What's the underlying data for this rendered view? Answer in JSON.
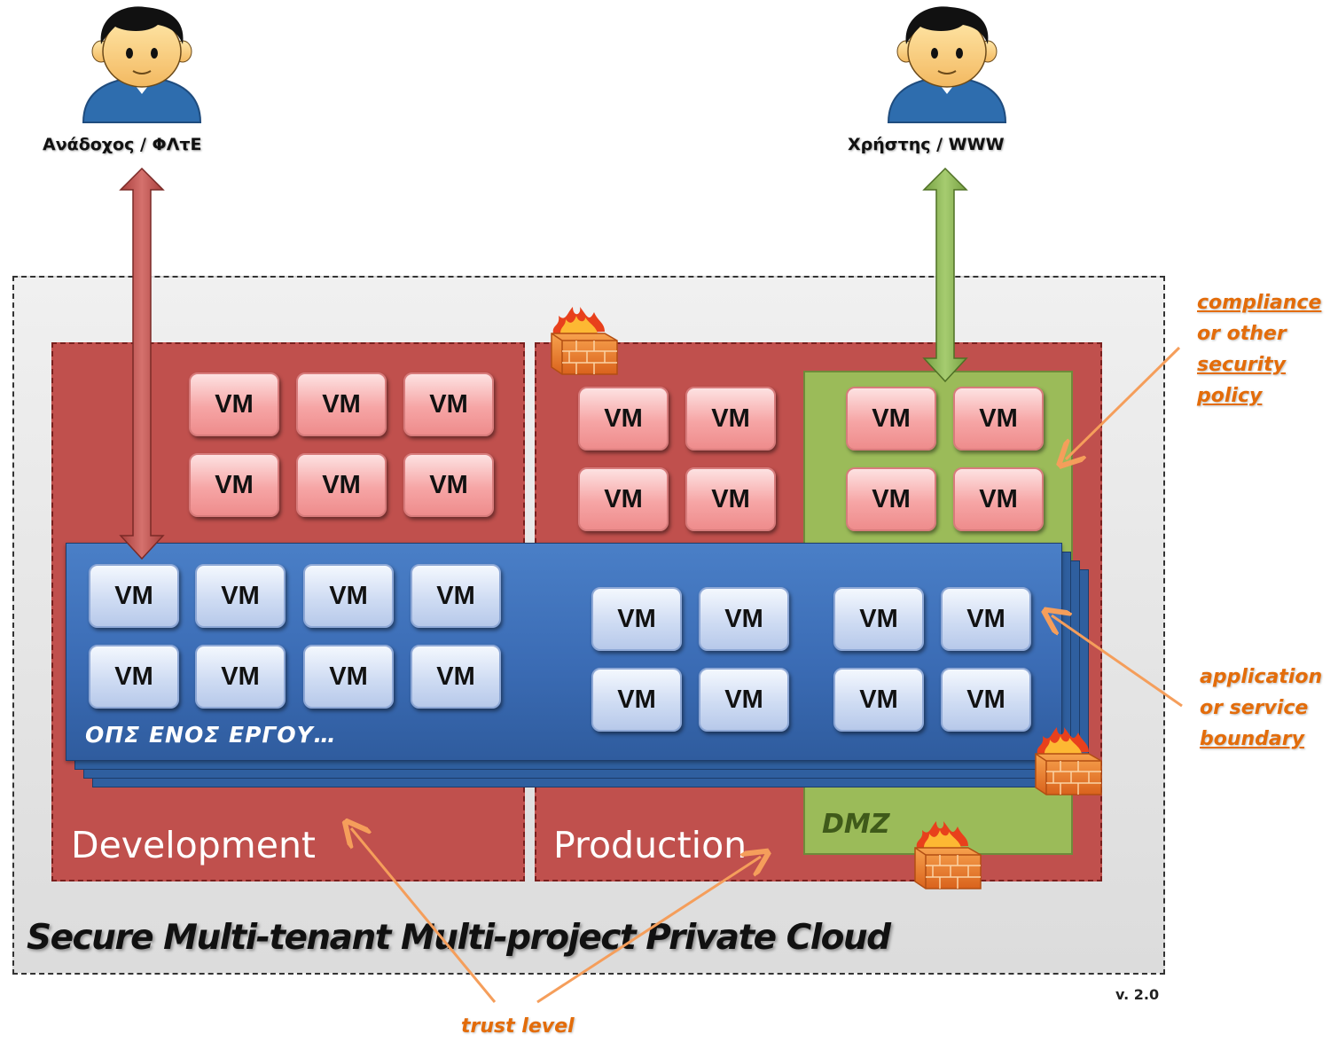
{
  "actors": {
    "contractor": {
      "label": "Ανάδοχος / ΦΛτΕ",
      "icon": "user-icon"
    },
    "user": {
      "label": "Χρήστης / WWW",
      "icon": "user-icon"
    }
  },
  "cloud": {
    "title": "Secure Multi-tenant Multi-project Private Cloud"
  },
  "zones": {
    "development": {
      "label": "Development"
    },
    "production": {
      "label": "Production"
    },
    "dmz": {
      "label": "DMZ"
    }
  },
  "project": {
    "label": "ΟΠΣ ΕΝΟΣ ΕΡΓΟΥ…"
  },
  "vm_label": "VM",
  "annotations": {
    "compliance": [
      "compliance",
      "or other",
      "security",
      "policy"
    ],
    "boundary": [
      "application",
      "or service",
      "boundary"
    ],
    "trust": "trust level"
  },
  "version": "v. 2.0",
  "colors": {
    "zone_red": "#c0504d",
    "dmz_green": "#9bbb59",
    "project_blue": "#3b6cb5",
    "annotation_orange": "#e36c0a",
    "arrow_red": "#c0504d",
    "arrow_green": "#8db554"
  },
  "icons": [
    "user-icon",
    "firewall-icon",
    "double-arrow-icon",
    "pointer-arrow-icon"
  ]
}
